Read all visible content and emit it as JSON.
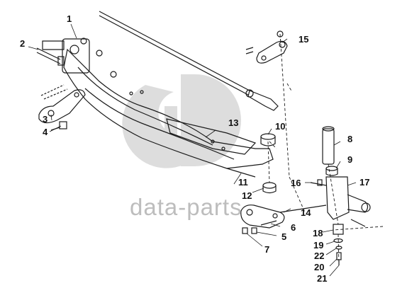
{
  "watermark": {
    "text": "data-parts"
  },
  "colors": {
    "ink": "#1a1a1a",
    "watermark": "#bdbdbd",
    "paper": "#ffffff"
  },
  "callouts": [
    "1",
    "2",
    "3",
    "4",
    "5",
    "6",
    "7",
    "8",
    "9",
    "10",
    "11",
    "12",
    "13",
    "14",
    "15",
    "16",
    "17",
    "18",
    "19",
    "20",
    "21",
    "22"
  ]
}
